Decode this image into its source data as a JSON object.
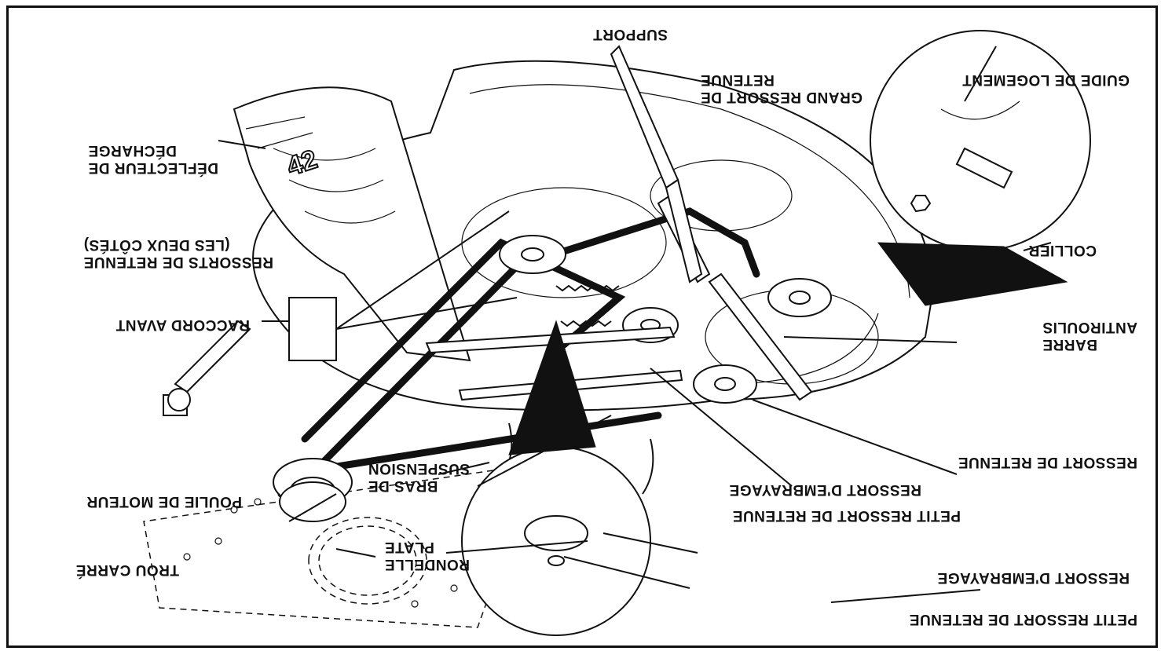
{
  "labels": {
    "guide": "GUIDE DE LOGEMENT",
    "support": "SUPPORT",
    "grand_ressort": "GRAND RESSORT DE\nRETENUE",
    "deflecteur": "DÉFLECTEUR DE\nDÉCHARGE",
    "ressorts_retenue": "RESSORTS DE RETENUE\n(LES DEUX CÔTÉS)",
    "collier": "COLLIER",
    "raccord": "RACCORD AVANT",
    "barre": "BARRE\nANTIROULIS",
    "ressort_retenue": "RESSORT DE RETENUE",
    "ressort_embrayage_1": "RESSORT D'EMBRAYAGE",
    "bras": "BRAS DE\nSUSPENSION",
    "poulie": "POULIE DE MOTEUR",
    "petit_ressort_1": "PETIT RESSORT DE RETENUE",
    "rondelle": "RONDELLE\nPLATE",
    "trou": "TROU CARRÉ",
    "ressort_embrayage_2": "RESSORT D'EMBRAYAGE",
    "petit_ressort_2": "PETIT RESSORT DE RETENUE"
  },
  "deck_marking": "42"
}
